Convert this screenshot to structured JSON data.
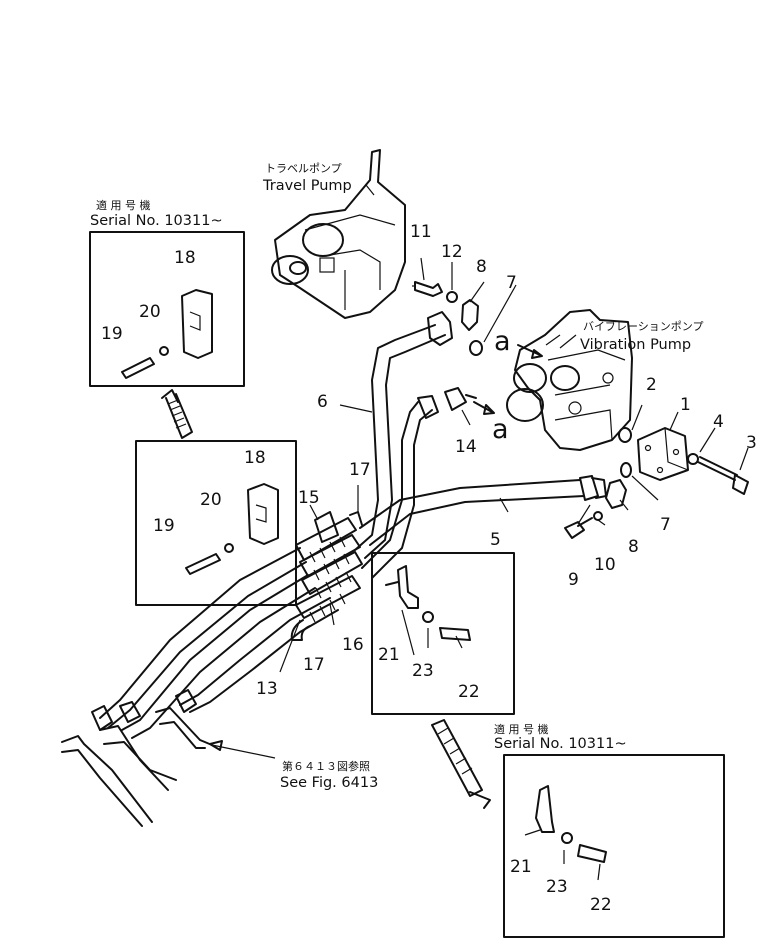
{
  "components": {
    "travel_pump": {
      "jp": "トラベルポンプ",
      "en": "Travel Pump"
    },
    "vibration_pump": {
      "jp": "バイブレーションポンプ",
      "en": "Vibration Pump"
    }
  },
  "serial_notes": {
    "top_left": {
      "jp": "適 用 号 機",
      "en": "Serial No. 10311~"
    },
    "bottom_right": {
      "jp": "適 用 号 機",
      "en": "Serial No. 10311~"
    }
  },
  "reference": {
    "jp": "第６４１３図参照",
    "en": "See Fig. 6413"
  },
  "connection_marks": {
    "a1": "a",
    "a2": "a"
  },
  "part_numbers": {
    "p1": "1",
    "p2": "2",
    "p3": "3",
    "p4": "4",
    "p5": "5",
    "p6": "6",
    "p7a": "7",
    "p7b": "7",
    "p8a": "8",
    "p8b": "8",
    "p9": "9",
    "p10": "10",
    "p11": "11",
    "p12": "12",
    "p13": "13",
    "p14": "14",
    "p15": "15",
    "p16": "16",
    "p17a": "17",
    "p17b": "17",
    "box1_18": "18",
    "box1_19": "19",
    "box1_20": "20",
    "box2_18": "18",
    "box2_19": "19",
    "box2_20": "20",
    "box3_21": "21",
    "box3_22": "22",
    "box3_23": "23",
    "box4_21": "21",
    "box4_22": "22",
    "box4_23": "23"
  }
}
